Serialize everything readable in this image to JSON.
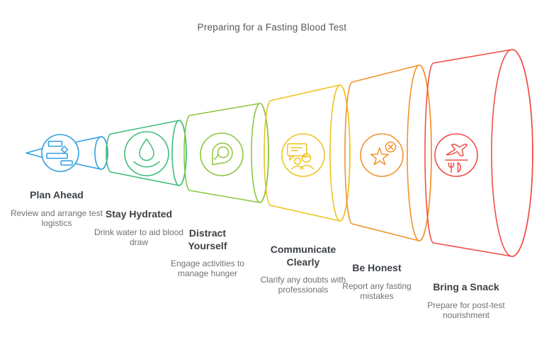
{
  "title": "Preparing for a Fasting Blood Test",
  "stages": [
    {
      "label": "Plan Ahead",
      "description": "Review and arrange test logistics",
      "color": "#2f9fe0",
      "icon": "gantt-plan-icon"
    },
    {
      "label": "Stay Hydrated",
      "description": "Drink water to aid blood draw",
      "color": "#3fbe7b",
      "icon": "water-drop-icon"
    },
    {
      "label": "Distract Yourself",
      "description": "Engage activities to manage hunger",
      "color": "#8cc63f",
      "icon": "chat-spiral-icon"
    },
    {
      "label": "Communicate Clearly",
      "description": "Clarify any doubts with professionals",
      "color": "#eec31e",
      "icon": "presentation-people-icon"
    },
    {
      "label": "Be Honest",
      "description": "Report any fasting mistakes",
      "color": "#f0932c",
      "icon": "star-error-icon"
    },
    {
      "label": "Bring a Snack",
      "description": "Prepare for post-test nourishment",
      "color": "#f04e45",
      "icon": "plane-meal-icon"
    }
  ]
}
